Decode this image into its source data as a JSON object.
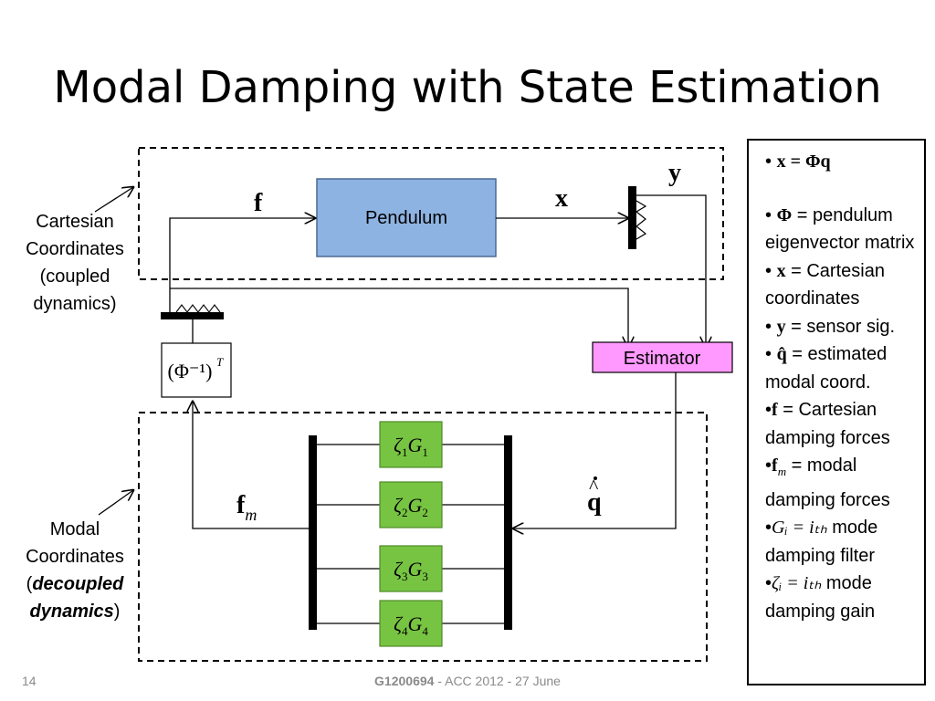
{
  "slide": {
    "title": "Modal Damping with State Estimation",
    "page_number": "14",
    "footer_bold": "G1200694",
    "footer_rest": " - ACC 2012 - 27 June"
  },
  "diagram": {
    "pendulum_label": "Pendulum",
    "estimator_label": "Estimator",
    "signal_f": "f",
    "signal_x": "x",
    "signal_y": "y",
    "signal_fm_base": "f",
    "signal_fm_sub": "m",
    "signal_qhat": "q",
    "transform_label": "(Φ⁻¹)",
    "transform_sup": "T",
    "filters": [
      {
        "gain": "ζ",
        "idx": "1",
        "filter": "G",
        "fidx": "1"
      },
      {
        "gain": "ζ",
        "idx": "2",
        "filter": "G",
        "fidx": "2"
      },
      {
        "gain": "ζ",
        "idx": "3",
        "filter": "G",
        "fidx": "3"
      },
      {
        "gain": "ζ",
        "idx": "4",
        "filter": "G",
        "fidx": "4"
      }
    ]
  },
  "side_labels": {
    "cartesian_line1": "Cartesian",
    "cartesian_line2": "Coordinates",
    "cartesian_line3": "(coupled",
    "cartesian_line4": "dynamics)",
    "modal_line1": "Modal",
    "modal_line2": "Coordinates",
    "modal_line3_open": "(",
    "modal_line3_bold": "decoupled",
    "modal_line4_bold": "dynamics",
    "modal_line4_close": ")"
  },
  "legend": {
    "item1": "x = Φq",
    "item2_sym": "Φ",
    "item2_text": " = pendulum eigenvector matrix",
    "item3_sym": "x",
    "item3_text": " = Cartesian coordinates",
    "item4_sym": "y",
    "item4_text": " = sensor sig.",
    "item5_sym": "q̂",
    "item5_text": " = estimated modal coord.",
    "item6_sym": "f",
    "item6_text": " = Cartesian damping forces",
    "item7_sym": "f",
    "item7_sub": "m",
    "item7_text": " = modal damping forces",
    "item8_sym": "Gᵢ = iₜₕ",
    "item8_text": " mode damping filter",
    "item9_sym": "ζᵢ = iₜₕ",
    "item9_text": " mode damping gain"
  },
  "colors": {
    "pendulum_fill": "#8db3e2",
    "estimator_fill": "#ff99ff",
    "filter_fill": "#77c442"
  }
}
